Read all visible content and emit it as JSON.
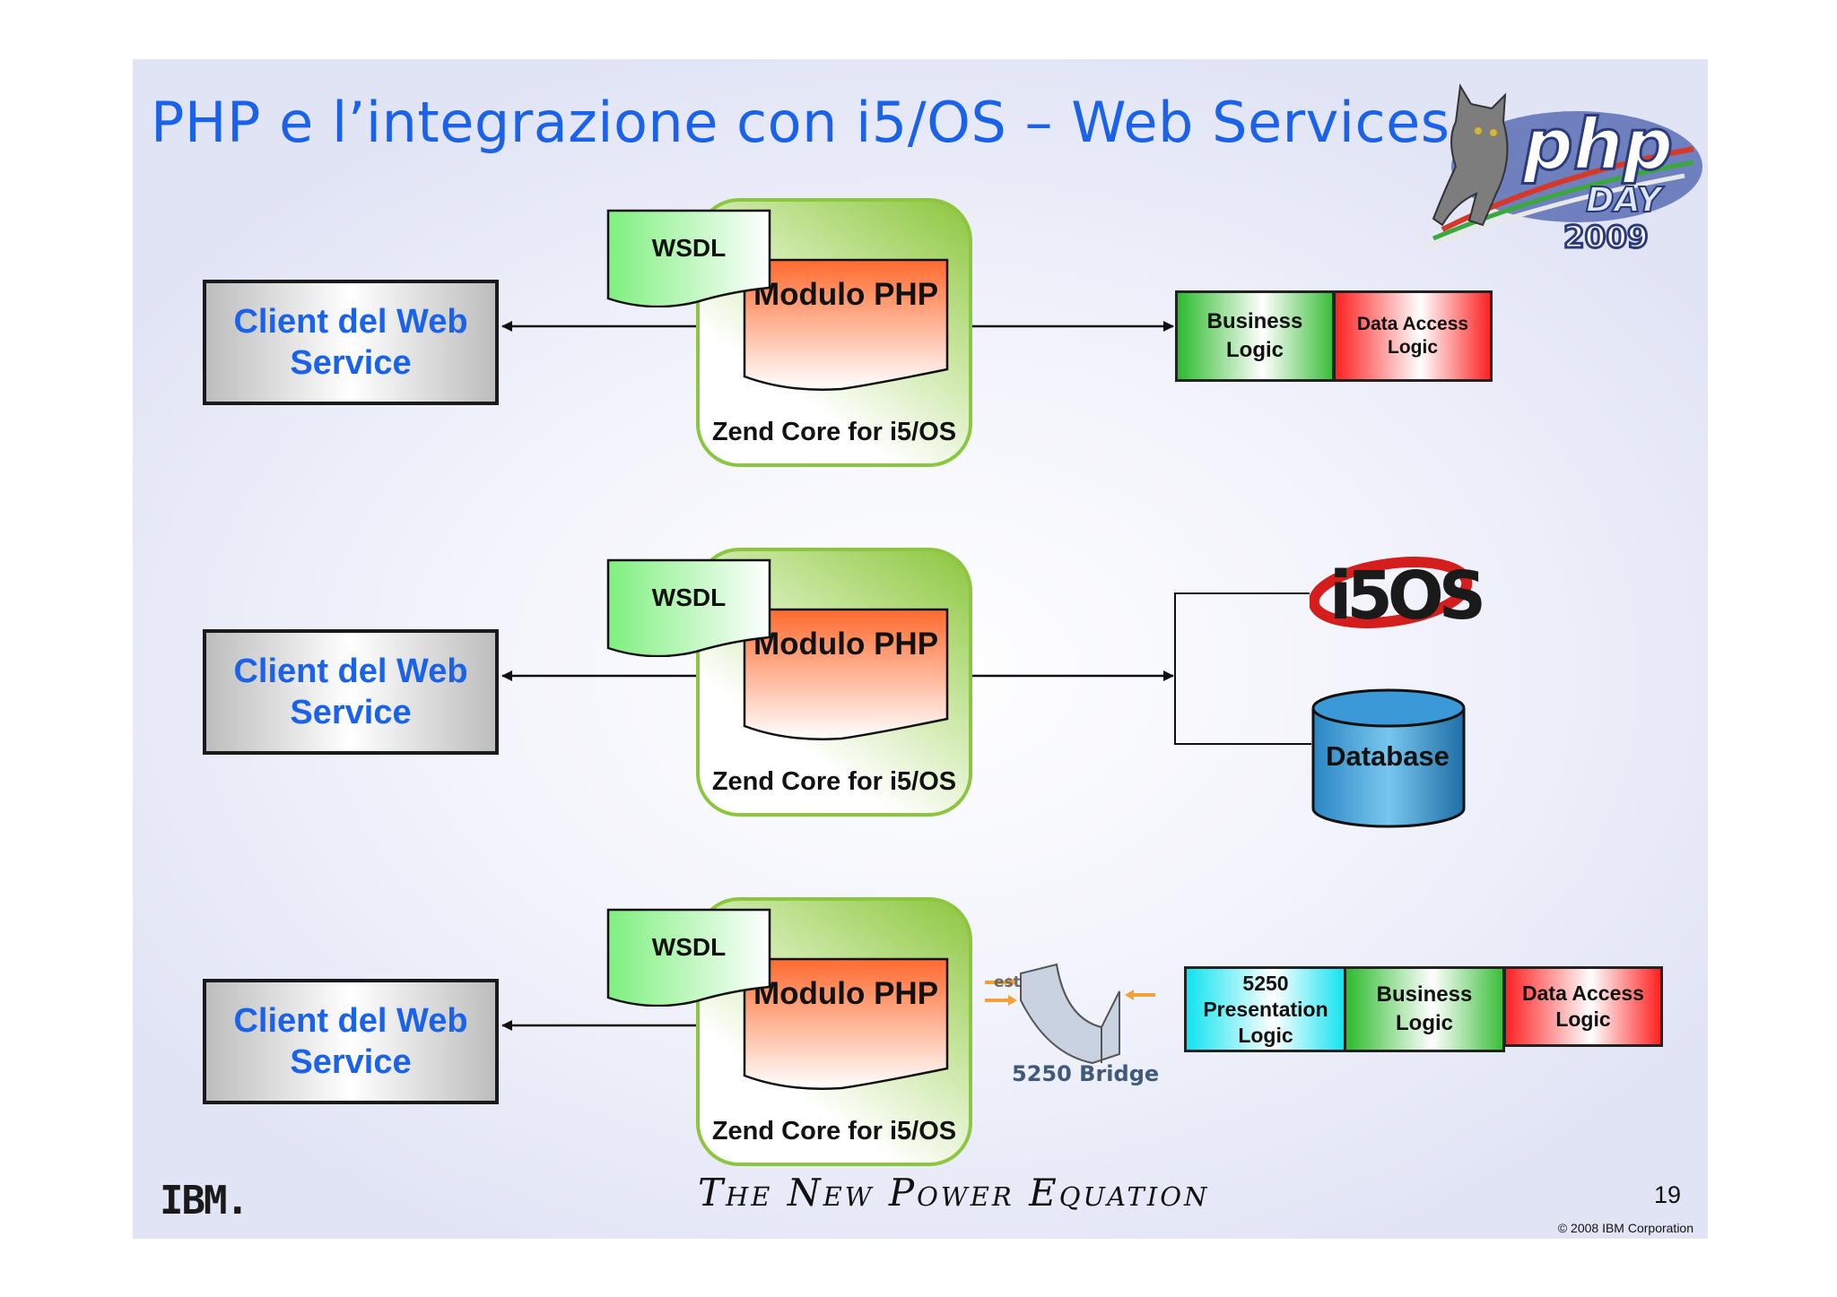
{
  "slide": {
    "title": "PHP e l’integrazione con i5/OS – Web Services",
    "page_number": "19",
    "copyright": "© 2008 IBM Corporation",
    "tagline": "The New Power Equation",
    "ibm_logo": "IBM.",
    "phpday_logo": {
      "php": "php",
      "day": "DAY",
      "year": "2009"
    }
  },
  "rows": [
    {
      "client": "Client del Web Service",
      "wsdl": "WSDL",
      "modulo": "Modulo PHP",
      "zend": "Zend Core for i5/OS",
      "backend": {
        "business": "Business Logic",
        "data_access": "Data Access Logic"
      }
    },
    {
      "client": "Client del Web Service",
      "wsdl": "WSDL",
      "modulo": "Modulo PHP",
      "zend": "Zend Core for i5/OS",
      "backend": {
        "i5os_logo": "i5OS",
        "database": "Database"
      }
    },
    {
      "client": "Client del Web Service",
      "wsdl": "WSDL",
      "modulo": "Modulo PHP",
      "zend": "Zend Core for i5/OS",
      "backend": {
        "bridge": "5250 Bridge",
        "bridge_small": "est",
        "presentation": "5250 Presentation Logic",
        "business": "Business Logic",
        "data_access": "Data Access Logic"
      }
    }
  ],
  "colors": {
    "title_blue": "#1a62ea",
    "zend_green": "#8cc63f",
    "business_green": "#2dbb2d",
    "data_red": "#ff2222",
    "presentation_cyan": "#11e3f0",
    "database_blue": "#1f7fbf"
  }
}
